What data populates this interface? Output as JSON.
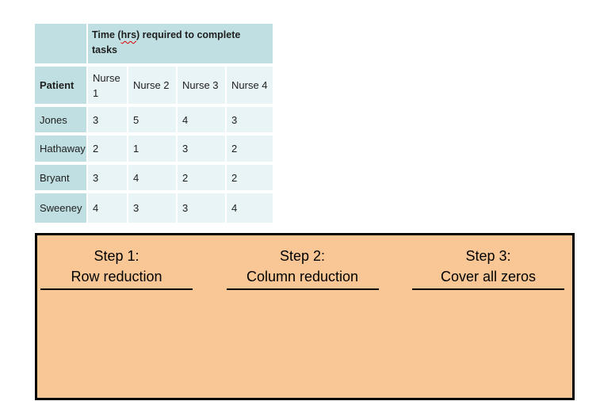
{
  "table": {
    "title": {
      "prefix": "Time (",
      "misspelled_word": "hrs",
      "suffix": ") required to complete tasks"
    },
    "column_headers": [
      "Patient",
      "Nurse 1",
      "Nurse 2",
      "Nurse 3",
      "Nurse 4"
    ],
    "rows": [
      {
        "patient": "Jones",
        "values": [
          3,
          5,
          4,
          3
        ]
      },
      {
        "patient": "Hathaway",
        "values": [
          2,
          1,
          3,
          2
        ]
      },
      {
        "patient": "Bryant",
        "values": [
          3,
          4,
          2,
          2
        ]
      },
      {
        "patient": "Sweeney",
        "values": [
          4,
          3,
          3,
          4
        ]
      }
    ]
  },
  "steps": [
    {
      "label": "Step 1:",
      "title": "Row reduction"
    },
    {
      "label": "Step 2:",
      "title": "Column reduction"
    },
    {
      "label": "Step 3:",
      "title": "Cover all zeros"
    }
  ],
  "colors": {
    "header-teal": "#c0dfe2",
    "cell-light": "#e9f4f6",
    "panel-orange": "#f9c795",
    "squiggle-red": "#e00000",
    "text-dark": "#1f1f1f"
  }
}
